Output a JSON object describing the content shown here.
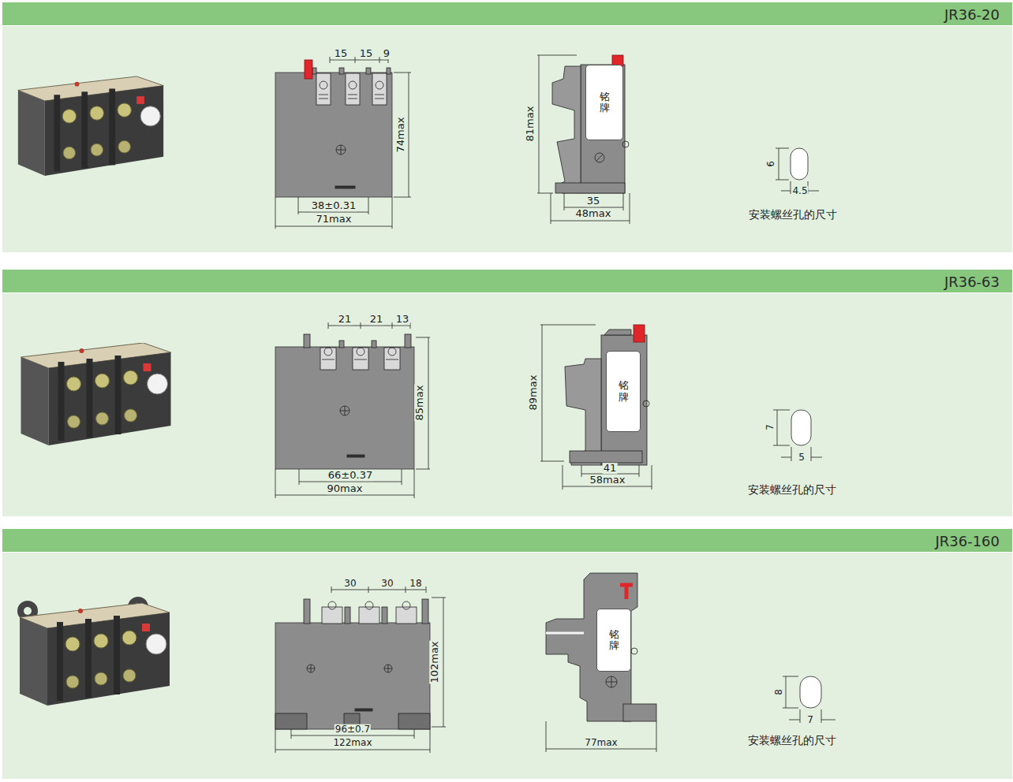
{
  "diagram": {
    "nodes": [
      {
        "text": [
          "JR36-20"
        ]
      },
      {
        "text": [
          "铭牌"
        ]
      },
      {
        "text": [
          "JR36-63"
        ]
      },
      {
        "text": [
          "铭牌"
        ]
      },
      {
        "text": [
          "JR36-160"
        ]
      },
      {
        "text": [
          "铭牌"
        ]
      }
    ],
    "labels": [
      "15",
      "15",
      "9",
      "74max",
      "38±0.31",
      "71max",
      "81max",
      "35",
      "48max",
      "6",
      "4.5",
      "安装螺丝孔的尺寸",
      "21",
      "21",
      "13",
      "85max",
      "66±0.37",
      "90max",
      "89max",
      "41",
      "58max",
      "7",
      "5",
      "安装螺丝孔的尺寸",
      "30",
      "30",
      "18",
      "102max",
      "96±0.7",
      "122max",
      "77max",
      "8",
      "7",
      "安装螺丝孔的尺寸"
    ]
  }
}
